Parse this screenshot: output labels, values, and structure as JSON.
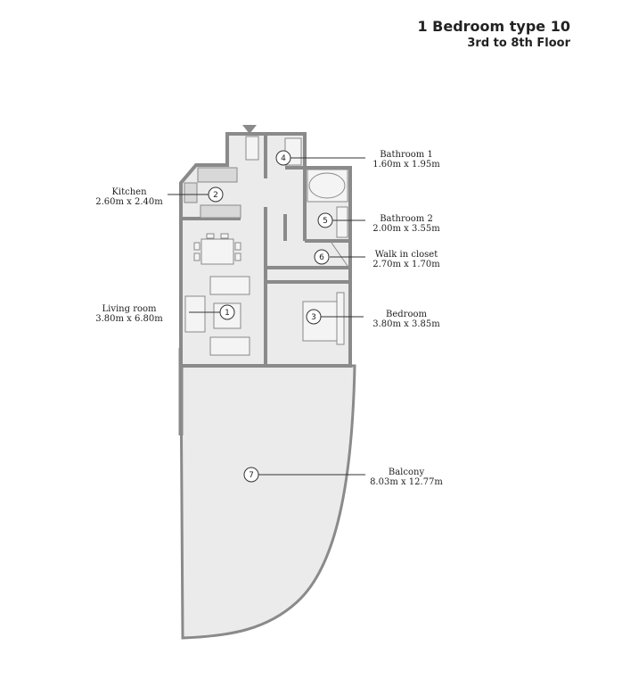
{
  "header": {
    "title": "1 Bedroom type 10",
    "subtitle": "3rd to 8th Floor"
  },
  "rooms": [
    {
      "num": "1",
      "name": "Living room",
      "size": "3.80m x 6.80m"
    },
    {
      "num": "2",
      "name": "Kitchen",
      "size": "2.60m x 2.40m"
    },
    {
      "num": "3",
      "name": "Bedroom",
      "size": "3.80m x 3.85m"
    },
    {
      "num": "4",
      "name": "Bathroom 1",
      "size": "1.60m x 1.95m"
    },
    {
      "num": "5",
      "name": "Bathroom 2",
      "size": "2.00m x 3.55m"
    },
    {
      "num": "6",
      "name": "Walk in closet",
      "size": "2.70m x 1.70m"
    },
    {
      "num": "7",
      "name": "Balcony",
      "size": "8.03m x 12.77m"
    }
  ],
  "colors": {
    "wall": "#8a8a8a",
    "floor": "#ebebeb",
    "line": "#333333",
    "text": "#222222"
  }
}
